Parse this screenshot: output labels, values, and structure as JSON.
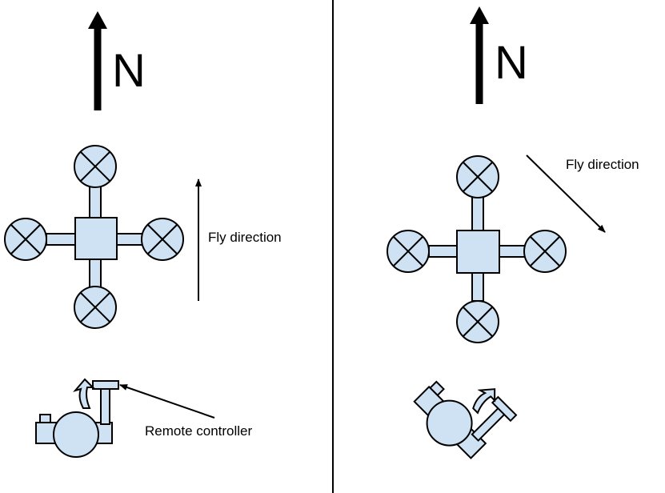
{
  "panels": [
    {
      "north_label": "N",
      "fly_direction_label": "Fly direction",
      "controller_label": "Remote controller"
    },
    {
      "north_label": "N",
      "fly_direction_label": "Fly direction"
    }
  ],
  "colors": {
    "part_fill": "#cfe2f3",
    "outline": "#000000",
    "background": "#ffffff"
  }
}
